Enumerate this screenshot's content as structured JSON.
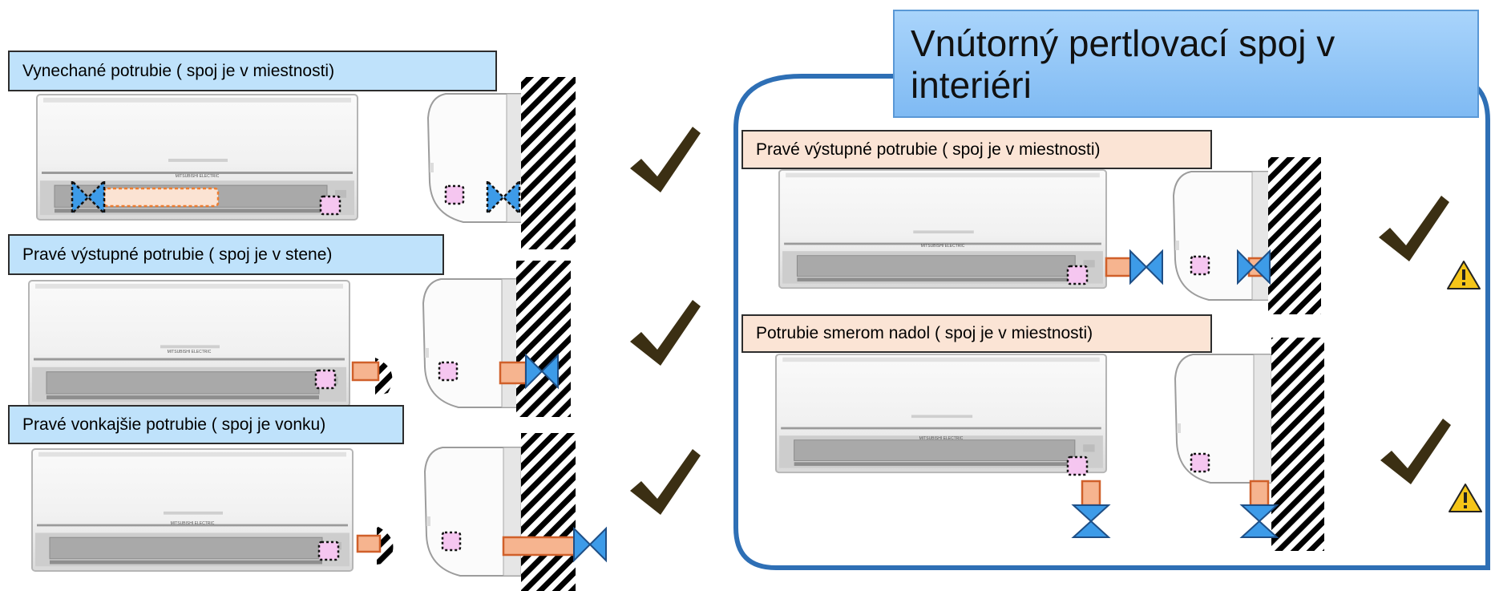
{
  "title": "Vnútorný pertlovací spoj v interiéri",
  "left_cases": [
    {
      "label": "Vynechané potrubie ( spoj je v miestnosti)",
      "result": "check"
    },
    {
      "label": "Pravé výstupné potrubie ( spoj je v stene)",
      "result": "check"
    },
    {
      "label": "Pravé vonkajšie potrubie ( spoj je vonku)",
      "result": "check"
    }
  ],
  "right_cases": [
    {
      "label": "Pravé výstupné potrubie ( spoj je v miestnosti)",
      "result": "check",
      "warning": true
    },
    {
      "label": "Potrubie smerom nadol ( spoj je v miestnosti)",
      "result": "check",
      "warning": true
    }
  ],
  "brand_text": "MITSUBISHI ELECTRIC",
  "colors": {
    "label_blue": "#bfe2fb",
    "label_peach": "#fbe4d5",
    "group_border": "#2e6fb5",
    "valve_blue": "#3d9be8",
    "pipe_orange": "#f6b48f",
    "check": "#3b2f13",
    "warning": "#f5c518"
  },
  "icons": [
    "checkmark-icon",
    "warning-icon",
    "valve-icon",
    "wall-hatch"
  ]
}
